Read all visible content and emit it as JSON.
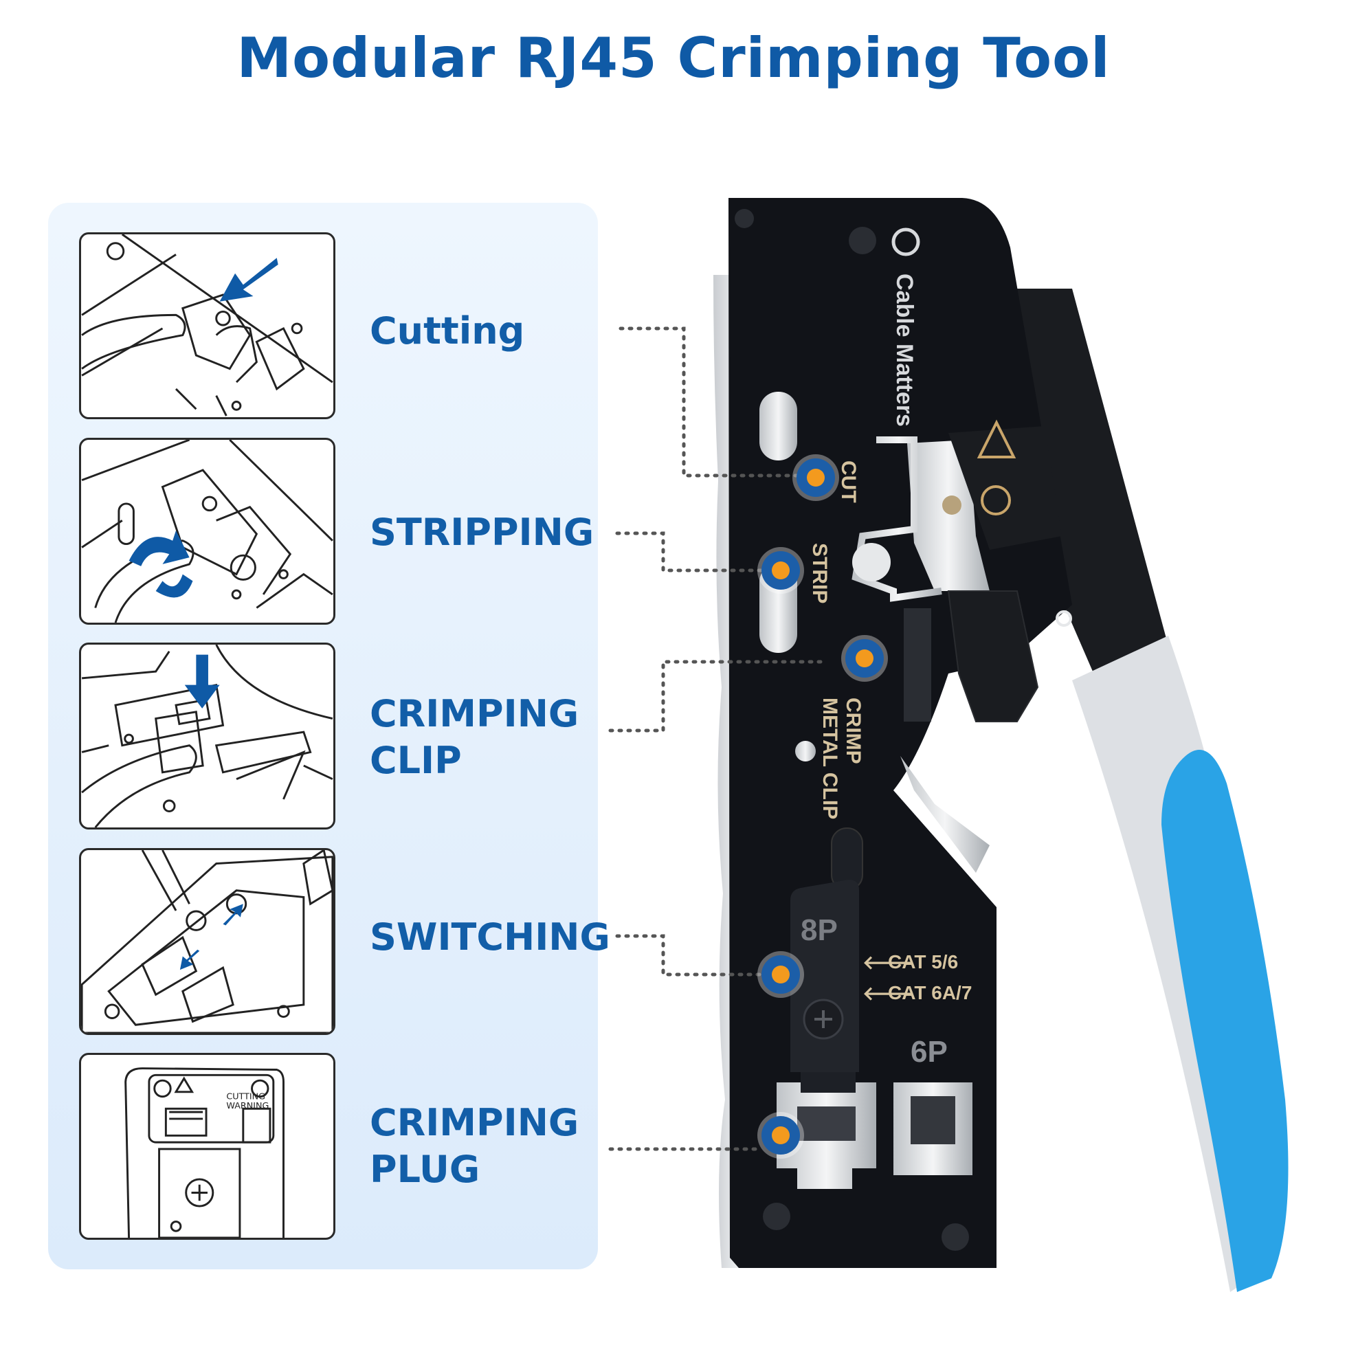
{
  "title": "Modular RJ45 Crimping Tool",
  "steps": [
    {
      "label": "Cutting"
    },
    {
      "label": "STRIPPING"
    },
    {
      "label": "CRIMPING\nCLIP"
    },
    {
      "label": "SWITCHING"
    },
    {
      "label": "CRIMPING\nPLUG"
    }
  ],
  "tool": {
    "brand": "Cable Matters",
    "die_cut": "CUT",
    "die_strip": "STRIP",
    "die_crimp_1": "CRIMP",
    "die_crimp_2": "METAL CLIP",
    "mode_8p": "8P",
    "mode_6p": "6P",
    "cat_1": "CAT 5/6",
    "cat_2": "CAT 6A/7",
    "thumb_warning_1": "CUTTING",
    "thumb_warning_2": "WARNING"
  },
  "colors": {
    "title": "#0f5aa6",
    "marker_fill": "#f39a1e",
    "marker_ring": "#1c5ea8",
    "handle_blue": "#2aa3e6",
    "handle_grey": "#dcdfe3",
    "body": "#111318"
  }
}
